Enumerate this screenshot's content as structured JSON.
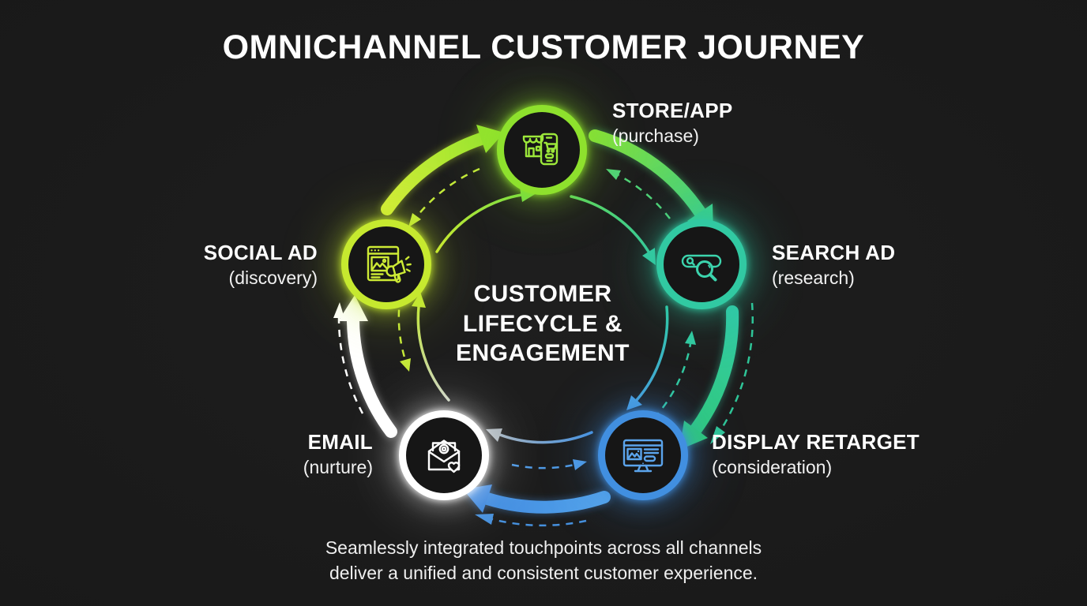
{
  "title": "OMNICHANNEL CUSTOMER JOURNEY",
  "center": {
    "line1": "CUSTOMER",
    "line2": "LIFECYCLE &",
    "line3": "ENGAGEMENT"
  },
  "caption": {
    "line1": "Seamlessly integrated touchpoints across all channels",
    "line2": "deliver a unified and consistent customer experience."
  },
  "diagram": {
    "type": "cycle",
    "direction": "clockwise",
    "node_count": 5
  },
  "nodes": [
    {
      "id": "store-app",
      "label": "STORE/APP",
      "sublabel": "(purchase)",
      "stage": "purchase",
      "icon": "store-phone-icon",
      "color": "#8ee12d",
      "position": "top"
    },
    {
      "id": "search-ad",
      "label": "SEARCH AD",
      "sublabel": "(research)",
      "stage": "research",
      "icon": "search-magnifier-icon",
      "color": "#31c9a2",
      "position": "right"
    },
    {
      "id": "display-retarget",
      "label": "DISPLAY RETARGET",
      "sublabel": "(consideration)",
      "stage": "consideration",
      "icon": "monitor-ad-icon",
      "color": "#418fe0",
      "position": "bottom-right"
    },
    {
      "id": "email",
      "label": "EMAIL",
      "sublabel": "(nurture)",
      "stage": "nurture",
      "icon": "email-heart-icon",
      "color": "#ffffff",
      "position": "bottom-left"
    },
    {
      "id": "social-ad",
      "label": "SOCIAL AD",
      "sublabel": "(discovery)",
      "stage": "discovery",
      "icon": "social-megaphone-icon",
      "color": "#c6e92f",
      "position": "left"
    }
  ],
  "colors": {
    "background": "#1b1b1b",
    "lime": "#c6e92f",
    "green": "#8ee12d",
    "teal": "#31c9a2",
    "blue": "#418fe0",
    "white": "#ffffff"
  }
}
